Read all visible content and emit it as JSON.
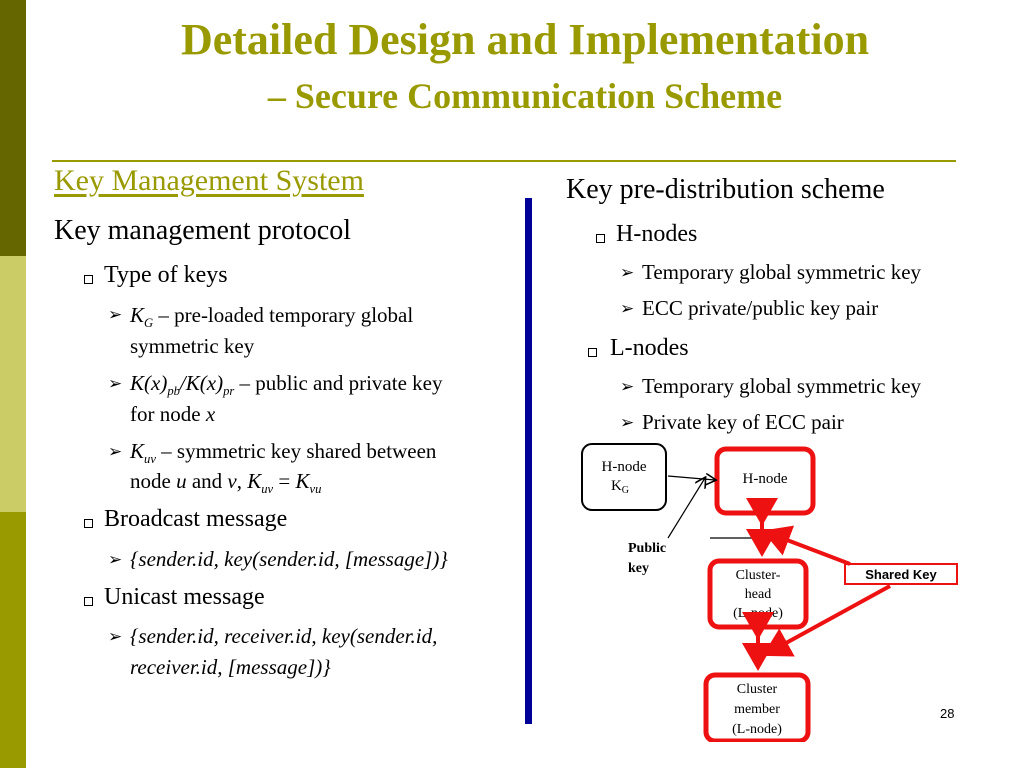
{
  "title": {
    "line1": "Detailed Design and Implementation",
    "line2": "– Secure Communication Scheme"
  },
  "left": {
    "heading": "Key Management System",
    "subheading": "Key management protocol",
    "type_of_keys": "Type of keys",
    "kg": {
      "symbol": "K",
      "sub": "G",
      "rest_line1": " – pre-loaded temporary global",
      "rest_line2": "symmetric key"
    },
    "kx": {
      "a": "K(x)",
      "a_sub": "pb",
      "b": "/K(x)",
      "b_sub": "pr",
      "rest_line1": " – public and private key",
      "rest_line2_pre": "for node ",
      "rest_line2_var": "x"
    },
    "kuv": {
      "symbol": "K",
      "sub": "uv",
      "rest_line1": " – symmetric key shared between",
      "line2_a": "node ",
      "u": "u",
      "and": " and ",
      "v": "v",
      "comma": ", ",
      "k1": "K",
      "k1_sub": "uv",
      "eq": " = ",
      "k2": "K",
      "k2_sub": "vu"
    },
    "broadcast": "Broadcast message",
    "broadcast_format": "{sender.id, key(sender.id, [message])}",
    "unicast": "Unicast message",
    "unicast_format_line1": "{sender.id, receiver.id, key(sender.id,",
    "unicast_format_line2": "receiver.id, [message])}"
  },
  "right": {
    "heading": "Key pre-distribution scheme",
    "h_nodes": "H-nodes",
    "h_item1": "Temporary global symmetric key",
    "h_item2": "ECC private/public key pair",
    "l_nodes": "L-nodes",
    "l_item1": "Temporary global symmetric key",
    "l_item2": "Private key of ECC pair"
  },
  "diagram": {
    "hnode_kg_line1": "H-node",
    "hnode_kg_line2": "K",
    "hnode_kg_sub": "G",
    "hnode": "H-node",
    "public_key_line1": "Public",
    "public_key_line2": "key",
    "cluster_head_line1": "Cluster-",
    "cluster_head_line2": "head",
    "cluster_head_line3": "(L-node)",
    "shared_key": "Shared Key",
    "cluster_member_line1": "Cluster",
    "cluster_member_line2": "member",
    "cluster_member_line3": "(L-node)"
  },
  "page_number": "28",
  "colors": {
    "title": "#999900",
    "band_dark": "#666600",
    "band_light": "#cccc66",
    "band_mid": "#999900",
    "divider": "#000099",
    "node_border_red": "#ee1111"
  }
}
